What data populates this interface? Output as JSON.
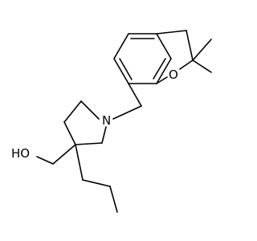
{
  "molecule": {
    "atoms": {
      "nitrogen": "N",
      "ring_oxygen": "O",
      "hydroxyl": "HO"
    },
    "colors": {
      "bond": "#000000",
      "label": "#000000",
      "background": "#ffffff"
    }
  }
}
